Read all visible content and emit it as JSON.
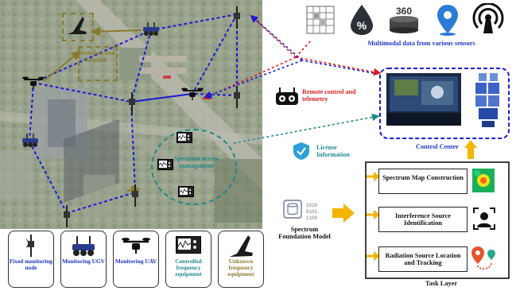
{
  "colors": {
    "blue_link": "#1a1ad8",
    "red_link": "#e01a1a",
    "teal": "#1f8a8a",
    "olive": "#8a7a2c",
    "text_blue": "#1f35c9",
    "text_red": "#e01f1f",
    "text_teal": "#1f8a8a",
    "arrow_yellow": "#f5b400"
  },
  "map": {
    "detection_label": "Detection and location",
    "spectrum_access_label": "Spectrum access management"
  },
  "top_right": {
    "icons": [
      "map-3d-icon",
      "humidity-percent-icon",
      "camera-360-icon",
      "location-pin-icon",
      "wireless-signal-icon"
    ],
    "icon_360_text": "360",
    "icon_percent_text": "%",
    "caption": "Multimodal data from various sensors"
  },
  "remote": {
    "label": "Remote control and telemetry"
  },
  "license": {
    "label": "License Information"
  },
  "control_center": {
    "label": "Control Center"
  },
  "foundation": {
    "label": "Spectrum Foundation Model"
  },
  "task_layer": {
    "title": "Task Layer",
    "tasks": [
      "Spectrum Map Construction",
      "Interference Source Identification",
      "Radiation Source Location and Tracking"
    ]
  },
  "legend": [
    {
      "label": "Fixed monitoring node",
      "color": "#1f35c9"
    },
    {
      "label": "Monitoring UGV",
      "color": "#1f35c9"
    },
    {
      "label": "Monitoring UAV",
      "color": "#1f35c9"
    },
    {
      "label": "Controlled frequency equipment",
      "color": "#1f8a8a"
    },
    {
      "label": "Unknown frequency equipment",
      "color": "#8a7a2c"
    }
  ]
}
